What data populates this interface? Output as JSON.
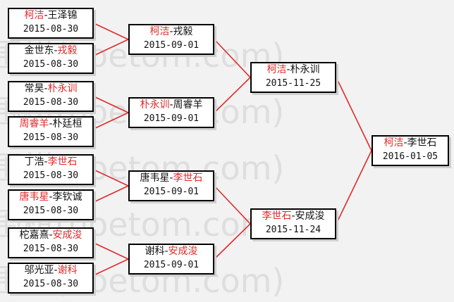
{
  "colors": {
    "winner": "#e02a2a",
    "text": "#111111",
    "line": "#e02a2a",
    "box_border": "#000000"
  },
  "watermark": {
    "text": "同围棋(hoetom.com)"
  },
  "round1": [
    {
      "p1": "柯洁",
      "p2": "王泽锦",
      "winner": 1,
      "date": "2015-08-30"
    },
    {
      "p1": "金世东",
      "p2": "戎毅",
      "winner": 2,
      "date": "2015-08-30"
    },
    {
      "p1": "常昊",
      "p2": "朴永训",
      "winner": 2,
      "date": "2015-08-30"
    },
    {
      "p1": "周睿羊",
      "p2": "朴廷桓",
      "winner": 1,
      "date": "2015-08-30"
    },
    {
      "p1": "丁浩",
      "p2": "李世石",
      "winner": 2,
      "date": "2015-08-30"
    },
    {
      "p1": "唐韦星",
      "p2": "李钦诚",
      "winner": 1,
      "date": "2015-08-30"
    },
    {
      "p1": "柁嘉熹",
      "p2": "安成浚",
      "winner": 2,
      "date": "2015-08-30"
    },
    {
      "p1": "邬光亚",
      "p2": "谢科",
      "winner": 2,
      "date": "2015-08-30"
    }
  ],
  "round2": [
    {
      "p1": "柯洁",
      "p2": "戎毅",
      "winner": 1,
      "date": "2015-09-01"
    },
    {
      "p1": "朴永训",
      "p2": "周睿羊",
      "winner": 1,
      "date": "2015-09-01"
    },
    {
      "p1": "唐韦星",
      "p2": "李世石",
      "winner": 2,
      "date": "2015-09-01"
    },
    {
      "p1": "谢科",
      "p2": "安成浚",
      "winner": 2,
      "date": "2015-09-01"
    }
  ],
  "round3": [
    {
      "p1": "柯洁",
      "p2": "朴永训",
      "winner": 1,
      "date": "2015-11-25"
    },
    {
      "p1": "李世石",
      "p2": "安成浚",
      "winner": 1,
      "date": "2015-11-24"
    }
  ],
  "final": [
    {
      "p1": "柯洁",
      "p2": "李世石",
      "winner": 1,
      "date": "2016-01-05"
    }
  ]
}
